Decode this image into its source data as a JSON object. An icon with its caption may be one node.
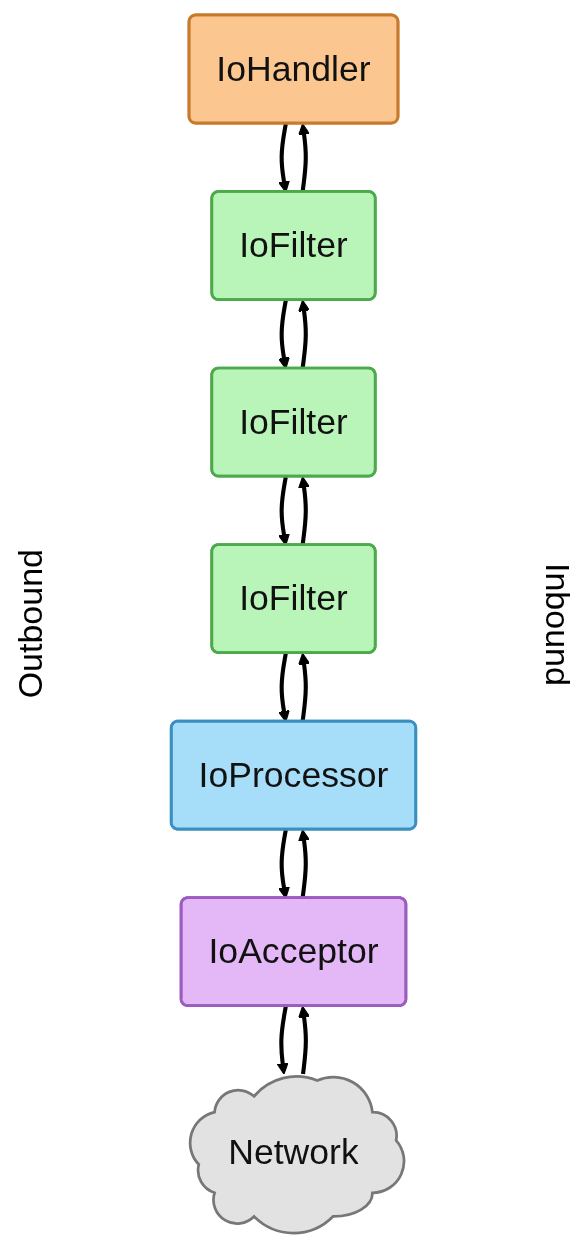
{
  "diagram": {
    "nodes": [
      {
        "text": [
          "IoHandler"
        ]
      },
      {
        "text": [
          "IoFilter"
        ]
      },
      {
        "text": [
          "IoFilter"
        ]
      },
      {
        "text": [
          "IoFilter"
        ]
      },
      {
        "text": [
          "IoProcessor"
        ]
      },
      {
        "text": [
          "IoAcceptor"
        ]
      },
      {
        "text": [
          "Network"
        ]
      }
    ],
    "edges": [
      {
        "from": 0,
        "to": 1,
        "arrow": "to"
      },
      {
        "from": 1,
        "to": 2,
        "arrow": "to"
      },
      {
        "from": 2,
        "to": 3,
        "arrow": "to"
      },
      {
        "from": 3,
        "to": 4,
        "arrow": "to"
      },
      {
        "from": 4,
        "to": 5,
        "arrow": "to"
      },
      {
        "from": 5,
        "to": 6,
        "arrow": "to"
      },
      {
        "from": 6,
        "to": 5,
        "arrow": "to"
      },
      {
        "from": 5,
        "to": 4,
        "arrow": "to"
      },
      {
        "from": 4,
        "to": 3,
        "arrow": "to"
      },
      {
        "from": 3,
        "to": 2,
        "arrow": "to"
      },
      {
        "from": 2,
        "to": 1,
        "arrow": "to"
      },
      {
        "from": 1,
        "to": 0,
        "arrow": "to"
      }
    ],
    "labels": [
      "Outbound",
      "Inbound"
    ]
  }
}
